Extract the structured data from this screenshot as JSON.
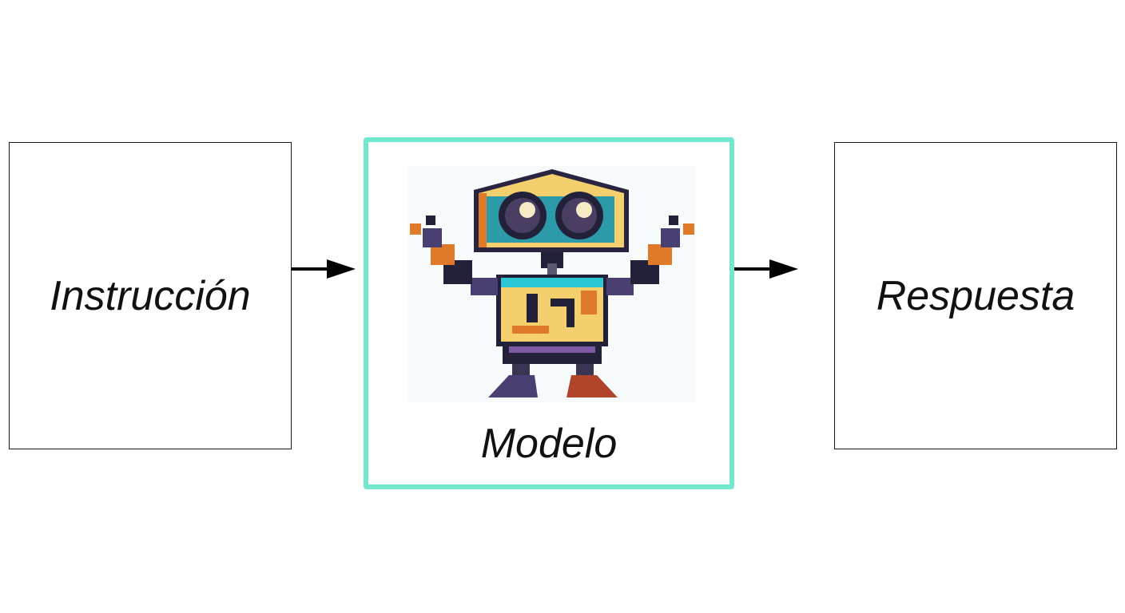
{
  "diagram": {
    "input_label": "Instrucción",
    "model_label": "Modelo",
    "output_label": "Respuesta"
  },
  "colors": {
    "model_border": "#72e8cf",
    "box_border": "#1a1a1a",
    "arrow": "#000000"
  },
  "icons": [
    "robot-icon",
    "arrow-right-icon"
  ]
}
